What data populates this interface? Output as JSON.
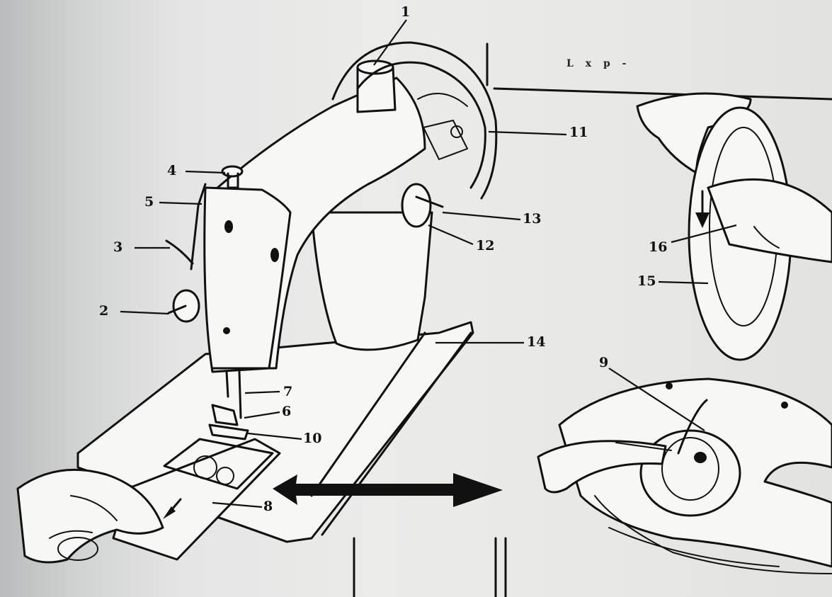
{
  "callouts": {
    "c1": "1",
    "c2": "2",
    "c3": "3",
    "c4": "4",
    "c5": "5",
    "c6": "6",
    "c7": "7",
    "c8": "8",
    "c9": "9",
    "c10": "10",
    "c11": "11",
    "c12": "12",
    "c13": "13",
    "c14": "14",
    "c15": "15",
    "c16": "16"
  },
  "marginal_text": "L x p -",
  "colors": {
    "ink": "#111111",
    "paper": "#e9e9e7",
    "shadow": "#b9bcbc"
  }
}
